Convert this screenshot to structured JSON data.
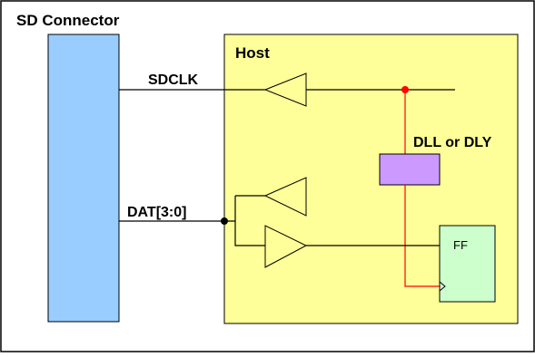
{
  "outer_label": "SD Connector",
  "host_label": "Host",
  "signals": {
    "clock": "SDCLK",
    "data": "DAT[3:0]"
  },
  "delay_block_label": "DLL or DLY",
  "flipflop_label": "FF",
  "colors": {
    "connector_fill": "#99ccff",
    "host_fill": "#ffff99",
    "delay_fill": "#cc99ff",
    "flipflop_fill": "#ccffcc",
    "clock_path": "#ff0000",
    "wire": "#000000"
  }
}
